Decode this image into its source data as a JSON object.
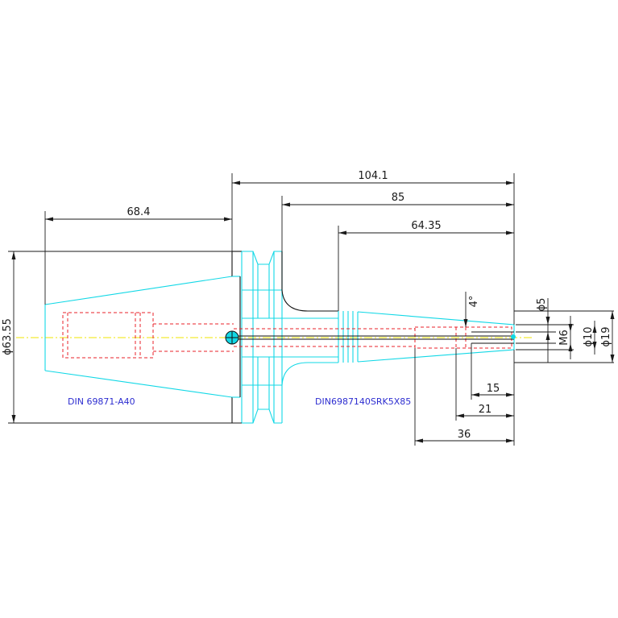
{
  "dimensions": {
    "overall_length": "104.1",
    "holder_length": "85",
    "taper_length": "64.35",
    "shank_length": "68.4",
    "flange_diameter": "ϕ63.55",
    "diameter_5": "ϕ5",
    "thread_m6": "M6",
    "diameter_10": "ϕ10",
    "diameter_19": "ϕ19",
    "taper_angle": "4°",
    "depth_15": "15",
    "depth_21": "21",
    "depth_36": "36"
  },
  "labels": {
    "shank_standard": "DIN 69871-A40",
    "holder_standard": "DIN6987140SRK5X85"
  },
  "colors": {
    "outline": "#12d8e6",
    "hidden": "#e8202a",
    "centerline": "#f2e600",
    "dimension": "#1a1a1a",
    "label": "#2d2dd0"
  }
}
